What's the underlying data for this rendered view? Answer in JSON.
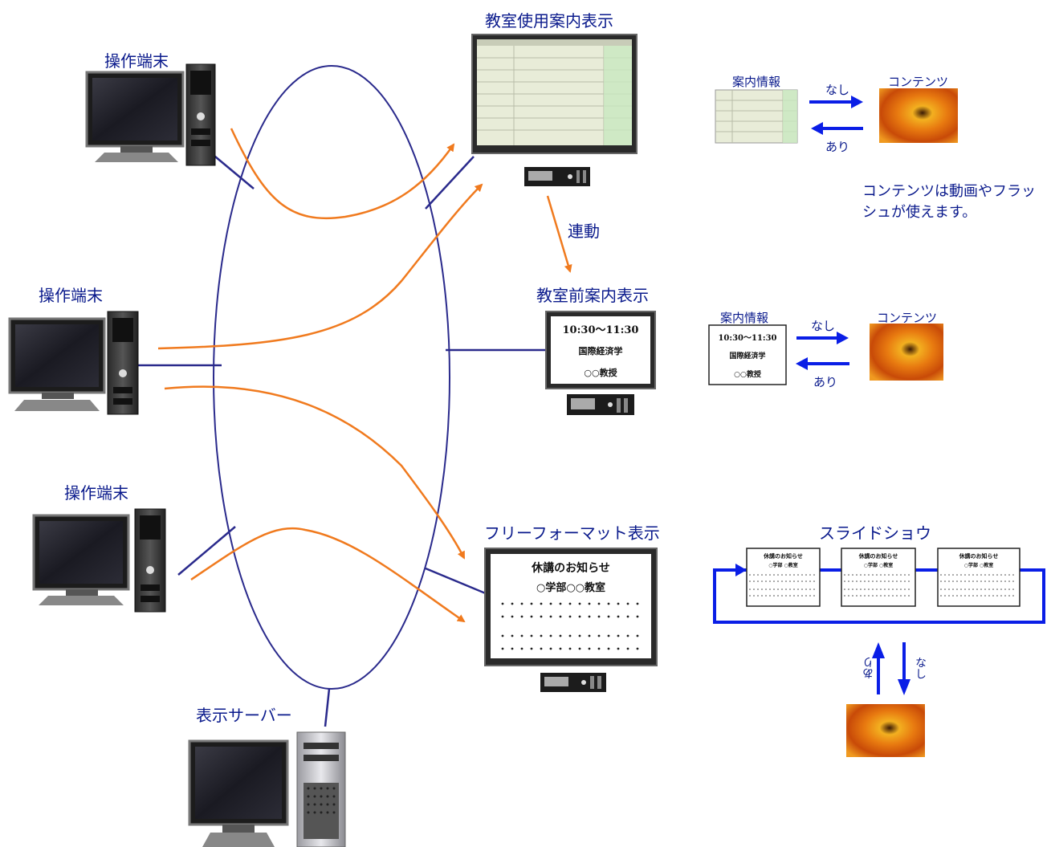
{
  "labels": {
    "terminal_1": "操作端末",
    "terminal_2": "操作端末",
    "terminal_3": "操作端末",
    "server": "表示サーバー",
    "display_classroom_usage": "教室使用案内表示",
    "display_front": "教室前案内表示",
    "display_freeformat": "フリーフォーマット表示",
    "linked": "連動",
    "slideshow": "スライドショウ"
  },
  "legend_top": {
    "info": "案内情報",
    "content": "コンテンツ",
    "none": "なし",
    "exists": "あり"
  },
  "legend_middle": {
    "info": "案内情報",
    "content": "コンテンツ",
    "none": "なし",
    "exists": "あり",
    "time": "10:30～11:30",
    "course": "国際経済学",
    "teacher": "○○教授"
  },
  "note": "コンテンツは動画やフラッシュが使えます。",
  "front_sign": {
    "time": "10:30～11:30",
    "course": "国際経済学",
    "teacher": "○○教授"
  },
  "free_sign": {
    "title": "休講のお知らせ",
    "subtitle": "○学部○○教室"
  },
  "slides": [
    {
      "title": "休講のお知らせ",
      "subtitle": "○学部 ○教室"
    },
    {
      "title": "休講のお知らせ",
      "subtitle": "○学部 ○教室"
    },
    {
      "title": "休講のお知らせ",
      "subtitle": "○学部 ○教室"
    }
  ],
  "slide_arrows": {
    "exists": "あり",
    "none": "なし"
  },
  "colors": {
    "network": "#2a2a8c",
    "arrow": "#f07a1e",
    "blue_arrow": "#0a1ee6",
    "label": "#0a1a8c"
  },
  "icons": [
    "monitor-icon",
    "tower-pc-icon",
    "flower-photo-icon",
    "set-top-box-icon"
  ]
}
